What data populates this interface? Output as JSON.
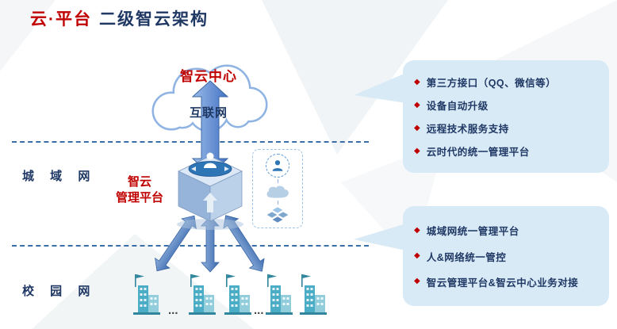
{
  "title": {
    "highlight": "云·平台",
    "rest": "二级智云架构"
  },
  "cloud": {
    "name": "智云中心",
    "network": "互联网"
  },
  "platform": {
    "line1": "智云",
    "line2": "管理平台"
  },
  "layers": {
    "man": "城 域 网",
    "campus": "校 园 网"
  },
  "buildings": {
    "ellipsis": "..."
  },
  "callouts": {
    "bullet": "◆",
    "top": {
      "items": [
        "第三方接口（QQ、微信等）",
        "设备自动升级",
        "远程技术服务支持",
        "云时代的统一管理平台"
      ]
    },
    "bottom": {
      "items": [
        "城域网统一管理平台",
        "人&网络统一管控",
        "智云管理平台&智云中心业务对接"
      ]
    }
  },
  "colors": {
    "accent_red": "#C00000",
    "dark_navy": "#1F3864",
    "line_blue": "#3A6EA8",
    "callout_bg": "#D9EAF7",
    "cloud_stroke": "#8FB4E3",
    "arrow_light": "#9BBCE8",
    "arrow_dark": "#4472C4",
    "disc_blue": "#2E75B6",
    "building_teal": "#4BACC6",
    "building_teal_dark": "#31859C",
    "building_teal_light": "#92CDDC"
  }
}
